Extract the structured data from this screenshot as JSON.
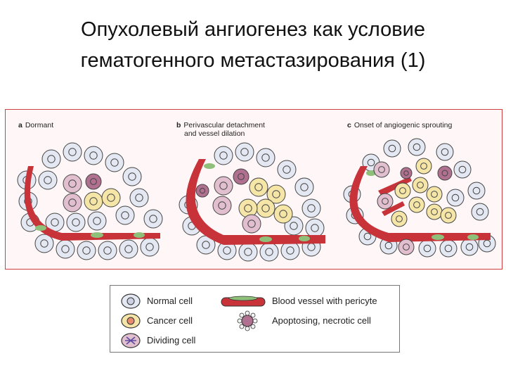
{
  "title": {
    "line1": "Опухолевый ангиогенез как условие",
    "line2": "гематогенного метастазирования (1)"
  },
  "panels": [
    {
      "letter": "a",
      "caption": "Dormant"
    },
    {
      "letter": "b",
      "caption": "Perivascular detachment",
      "caption2": "and vessel dilation"
    },
    {
      "letter": "c",
      "caption": "Onset of angiogenic sprouting"
    }
  ],
  "legend": {
    "normal": "Normal cell",
    "cancer": "Cancer cell",
    "dividing": "Dividing cell",
    "vessel": "Blood vessel with pericyte",
    "apoptosing": "Apoptosing, necrotic cell"
  },
  "colors": {
    "vessel": "#c8333a",
    "pericyte": "#8fc07a",
    "normal_cell": "#e4e8f2",
    "cancer_cell": "#f5e6a8",
    "dividing_cell": "#e2bfcf"
  }
}
